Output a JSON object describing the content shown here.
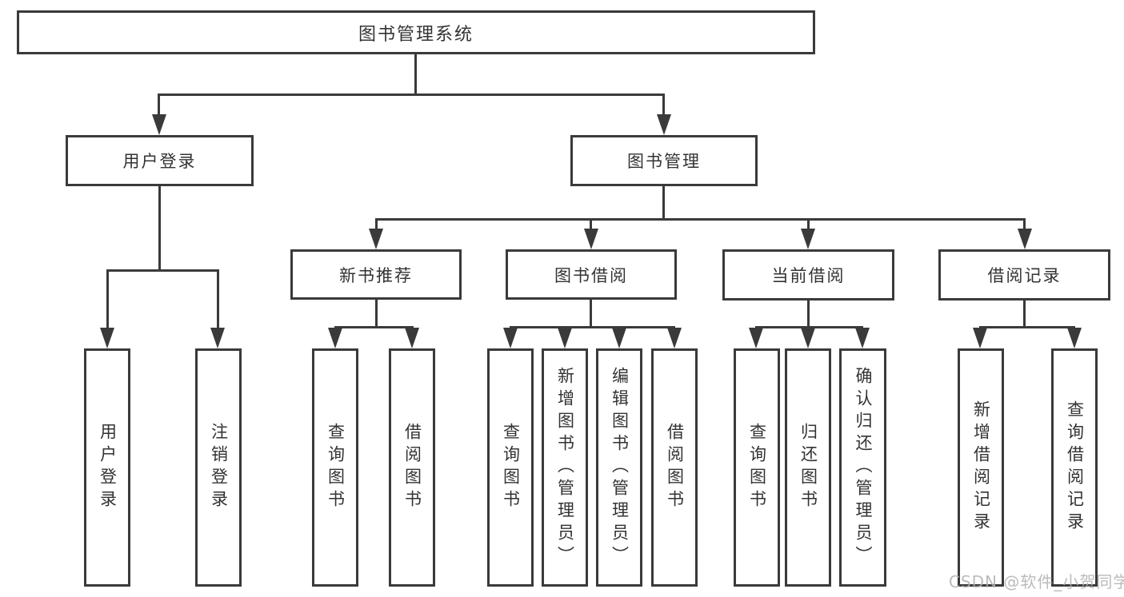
{
  "colors": {
    "line": "#3a3a3a",
    "box_border": "#3a3a3a",
    "text": "#333333",
    "watermark": "#afafaf",
    "background": "#ffffff"
  },
  "watermark": {
    "text": "CSDN @软件_小贺同学"
  },
  "tree": {
    "root": "图书管理系统",
    "branches": [
      {
        "label": "用户登录",
        "children": [
          "用户登录",
          "注销登录"
        ]
      },
      {
        "label": "图书管理",
        "children": [
          {
            "label": "新书推荐",
            "children": [
              "查询图书",
              "借阅图书"
            ]
          },
          {
            "label": "图书借阅",
            "children": [
              "查询图书",
              "新增图书（管理员）",
              "编辑图书（管理员）",
              "借阅图书"
            ]
          },
          {
            "label": "当前借阅",
            "children": [
              "查询图书",
              "归还图书",
              "确认归还（管理员）"
            ]
          },
          {
            "label": "借阅记录",
            "children": [
              "新增借阅记录",
              "查询借阅记录"
            ]
          }
        ]
      }
    ]
  }
}
